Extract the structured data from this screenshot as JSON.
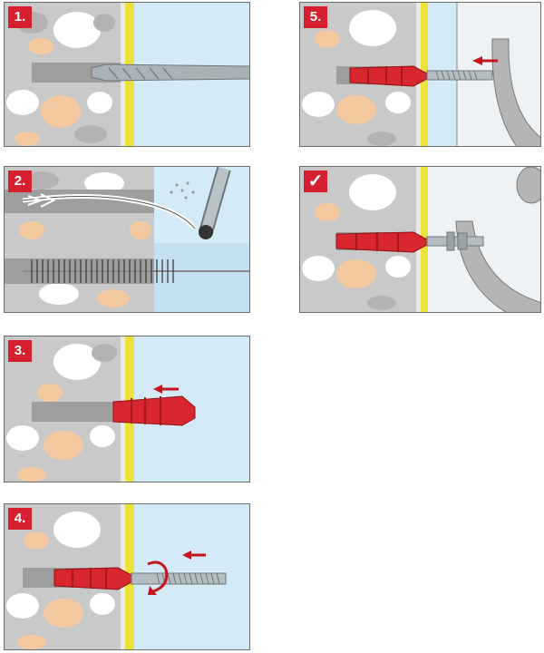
{
  "steps": [
    {
      "label": "1."
    },
    {
      "label": "2."
    },
    {
      "label": "3."
    },
    {
      "label": "4."
    },
    {
      "label": "5."
    },
    {
      "label": "✓"
    }
  ],
  "colors": {
    "stone_gray": "#c9c9c9",
    "pebble_white": "#ffffff",
    "pebble_tan": "#f4c9a0",
    "pebble_gray": "#b3b3b3",
    "air_blue": "#d4eaf6",
    "insulation_yellow": "#ece23a",
    "plug_red": "#d8262e",
    "arrow_red": "#c3161e",
    "metal": "#9aa3a8"
  }
}
